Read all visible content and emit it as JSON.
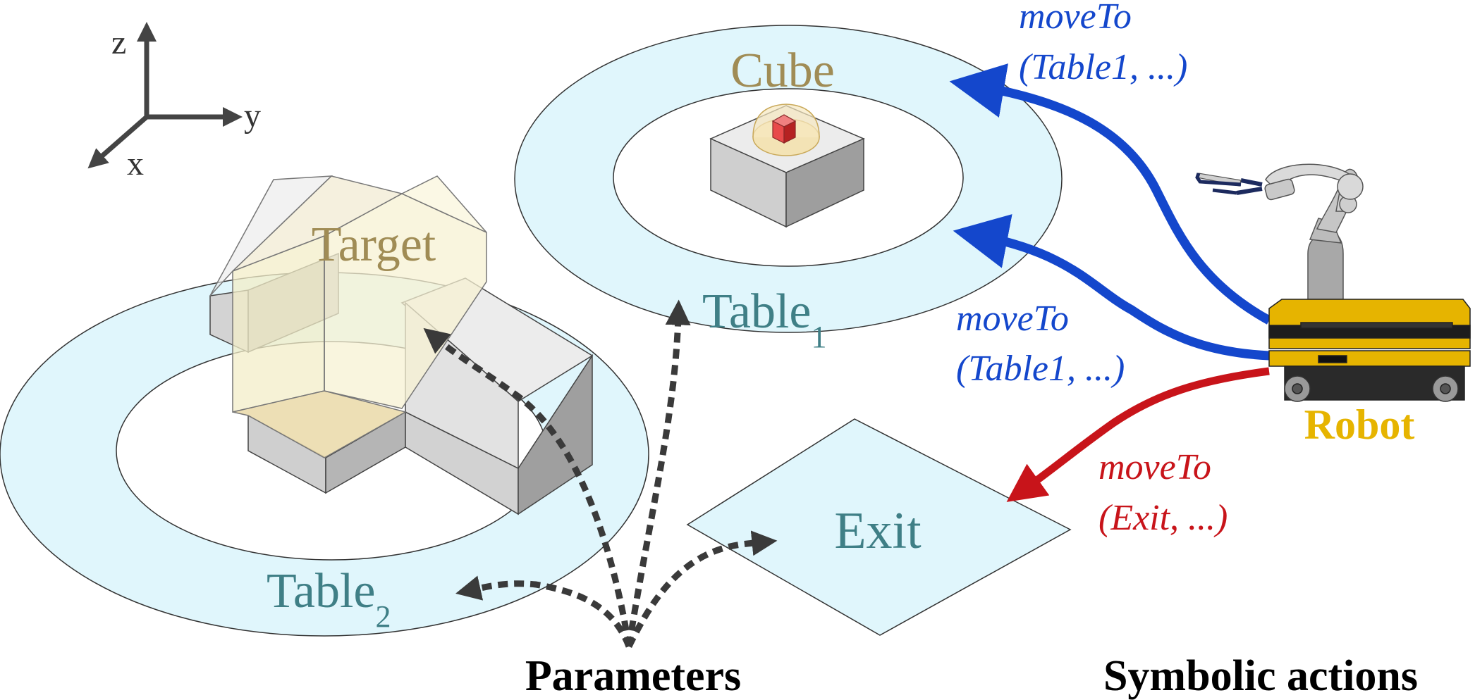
{
  "axes": {
    "z": "z",
    "y": "y",
    "x": "x"
  },
  "labels": {
    "cube": "Cube",
    "target": "Target",
    "table1_base": "Table",
    "table1_sub": "1",
    "table2_base": "Table",
    "table2_sub": "2",
    "exit": "Exit",
    "robot": "Robot",
    "parameters": "Parameters",
    "symbolic_actions": "Symbolic actions"
  },
  "actions": {
    "top": {
      "line1": "moveTo",
      "line2": "(Table1, ...)"
    },
    "middle": {
      "line1": "moveTo",
      "line2": "(Table1, ...)"
    },
    "bottom": {
      "line1": "moveTo",
      "line2": "(Exit, ...)"
    }
  },
  "colors": {
    "zone_fill": "#e0f6fc",
    "blue_arrow": "#1447cc",
    "red_arrow": "#c8141a",
    "param_arrow": "#404040",
    "object_label": "#a08c55",
    "location_label": "#3f7f86",
    "robot_label": "#e6b400"
  }
}
